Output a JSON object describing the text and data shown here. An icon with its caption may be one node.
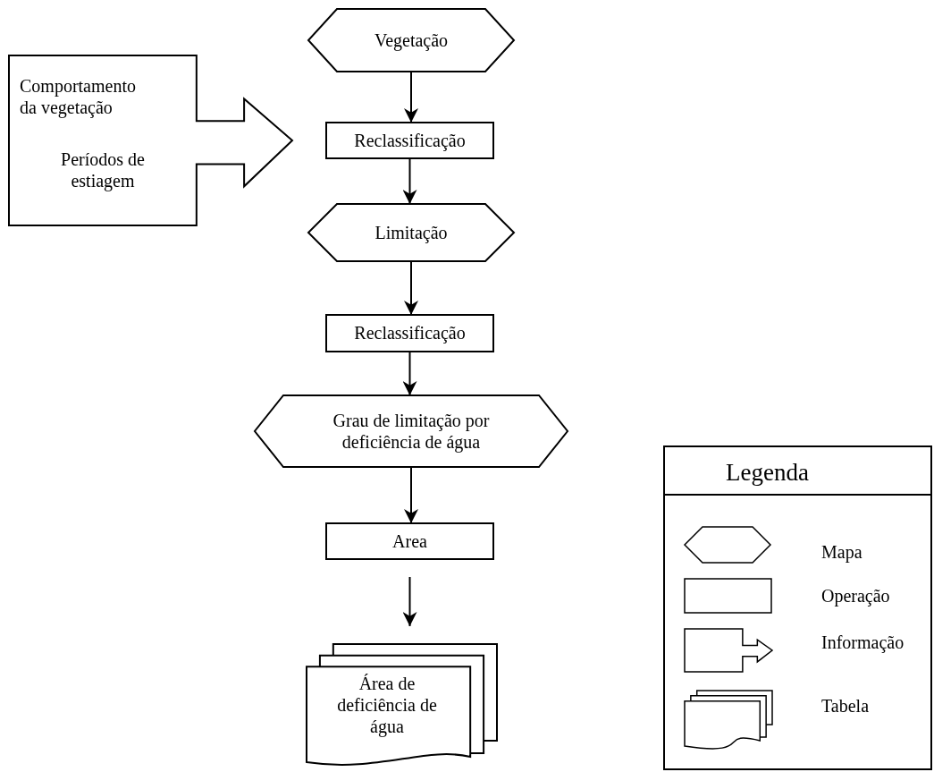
{
  "diagram": {
    "nodes": [
      {
        "text": [
          "Vegetação"
        ]
      },
      {
        "text": [
          "Comportamento da vegetação",
          "Períodos de estiagem"
        ]
      },
      {
        "text": [
          "Reclassificação"
        ]
      },
      {
        "text": [
          "Limitação"
        ]
      },
      {
        "text": [
          "Reclassificação"
        ]
      },
      {
        "text": [
          "Grau de limitação por deficiência de água"
        ]
      },
      {
        "text": [
          "Area"
        ]
      },
      {
        "text": [
          "Área de deficiência de água"
        ]
      }
    ],
    "edges": [
      {
        "from": 0,
        "to": 2,
        "arrow": "to"
      },
      {
        "from": 2,
        "to": 3,
        "arrow": "to"
      },
      {
        "from": 3,
        "to": 4,
        "arrow": "to"
      },
      {
        "from": 4,
        "to": 5,
        "arrow": "to"
      },
      {
        "from": 5,
        "to": 6,
        "arrow": "to"
      },
      {
        "from": 6,
        "to": 7,
        "arrow": "to"
      }
    ],
    "labels": [
      "Legenda"
    ],
    "legend": [
      {
        "text": "Mapa"
      },
      {
        "text": "Operação"
      },
      {
        "text": "Informação"
      },
      {
        "text": "Tabela"
      }
    ]
  }
}
